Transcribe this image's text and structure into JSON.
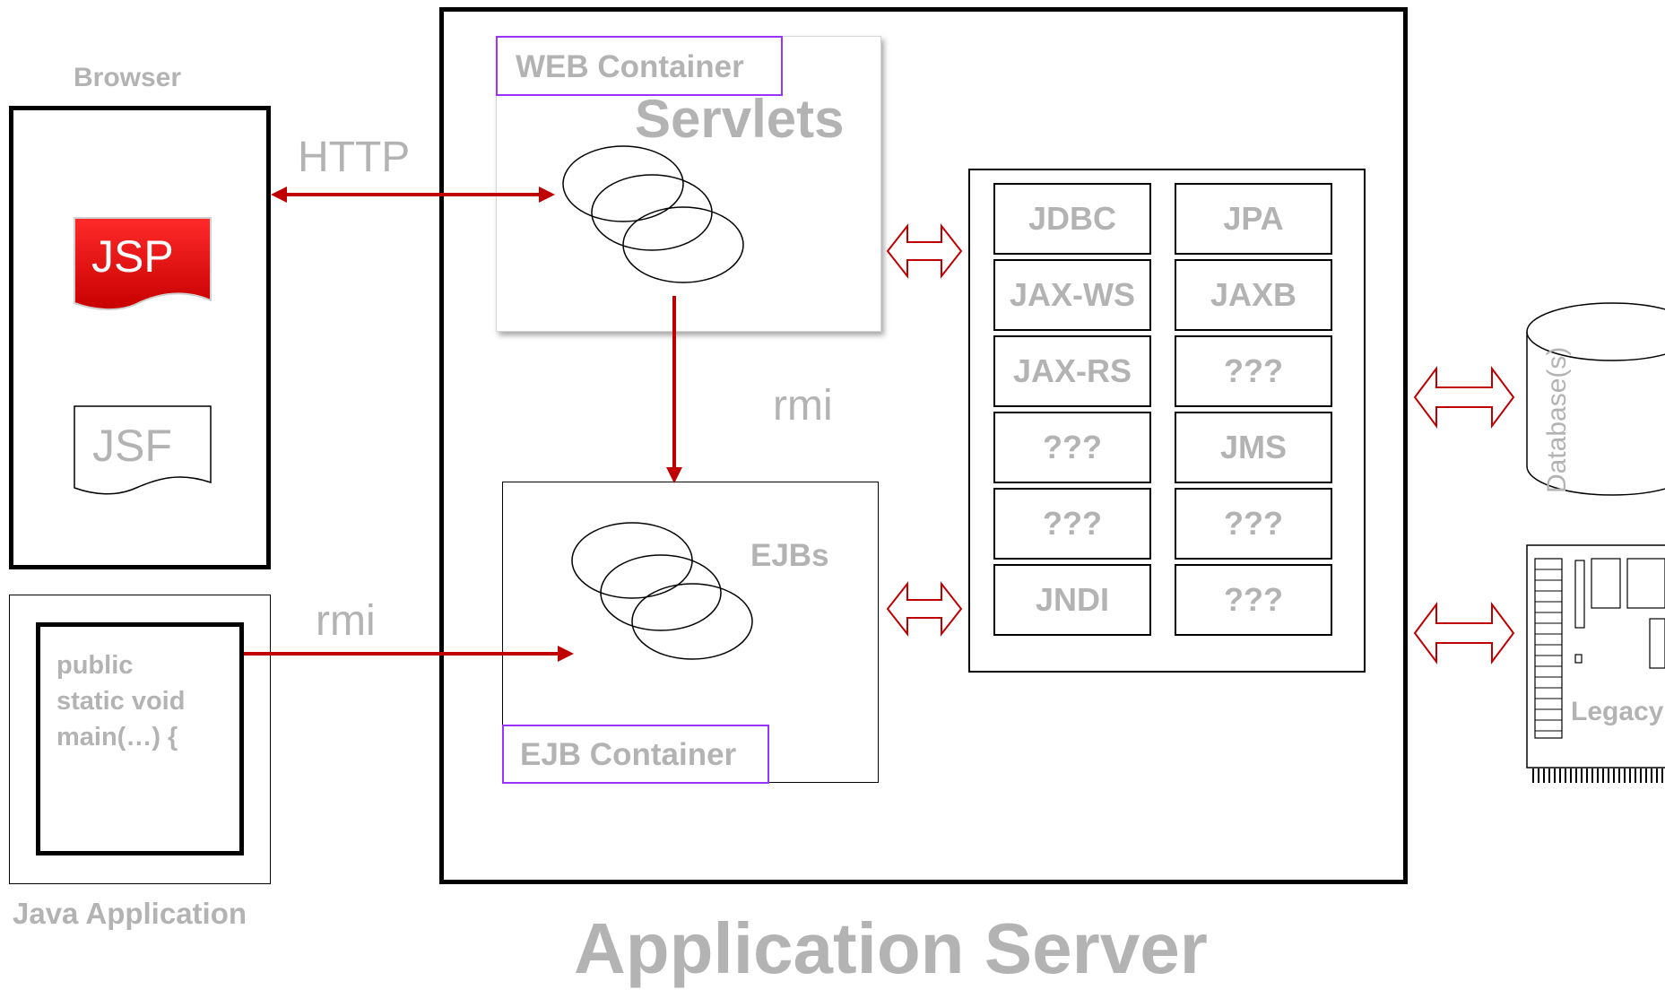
{
  "browser": {
    "title": "Browser",
    "jsp_label": "JSP",
    "jsf_label": "JSF"
  },
  "java_app": {
    "title": "Java Application",
    "code_lines": [
      "public",
      "static void",
      "main(…) {"
    ]
  },
  "connections": {
    "http_label": "HTTP",
    "rmi_internal_label": "rmi",
    "rmi_external_label": "rmi"
  },
  "app_server": {
    "title": "Application Server",
    "web_container": {
      "label": "WEB Container",
      "title": "Servlets"
    },
    "ejb_container": {
      "label": "EJB Container",
      "title": "EJBs"
    }
  },
  "apis": [
    [
      "JDBC",
      "JPA"
    ],
    [
      "JAX-WS",
      "JAXB"
    ],
    [
      "JAX-RS",
      "???"
    ],
    [
      "???",
      "JMS"
    ],
    [
      "???",
      "???"
    ],
    [
      "JNDI",
      "???"
    ]
  ],
  "backends": {
    "database_label": "Database(s)",
    "legacy_label": "Legacy"
  },
  "colors": {
    "arrow": "#c00000",
    "label_gray": "#b3b3b3",
    "container_border": "#9933ff",
    "jsp_red": "#e00000"
  }
}
